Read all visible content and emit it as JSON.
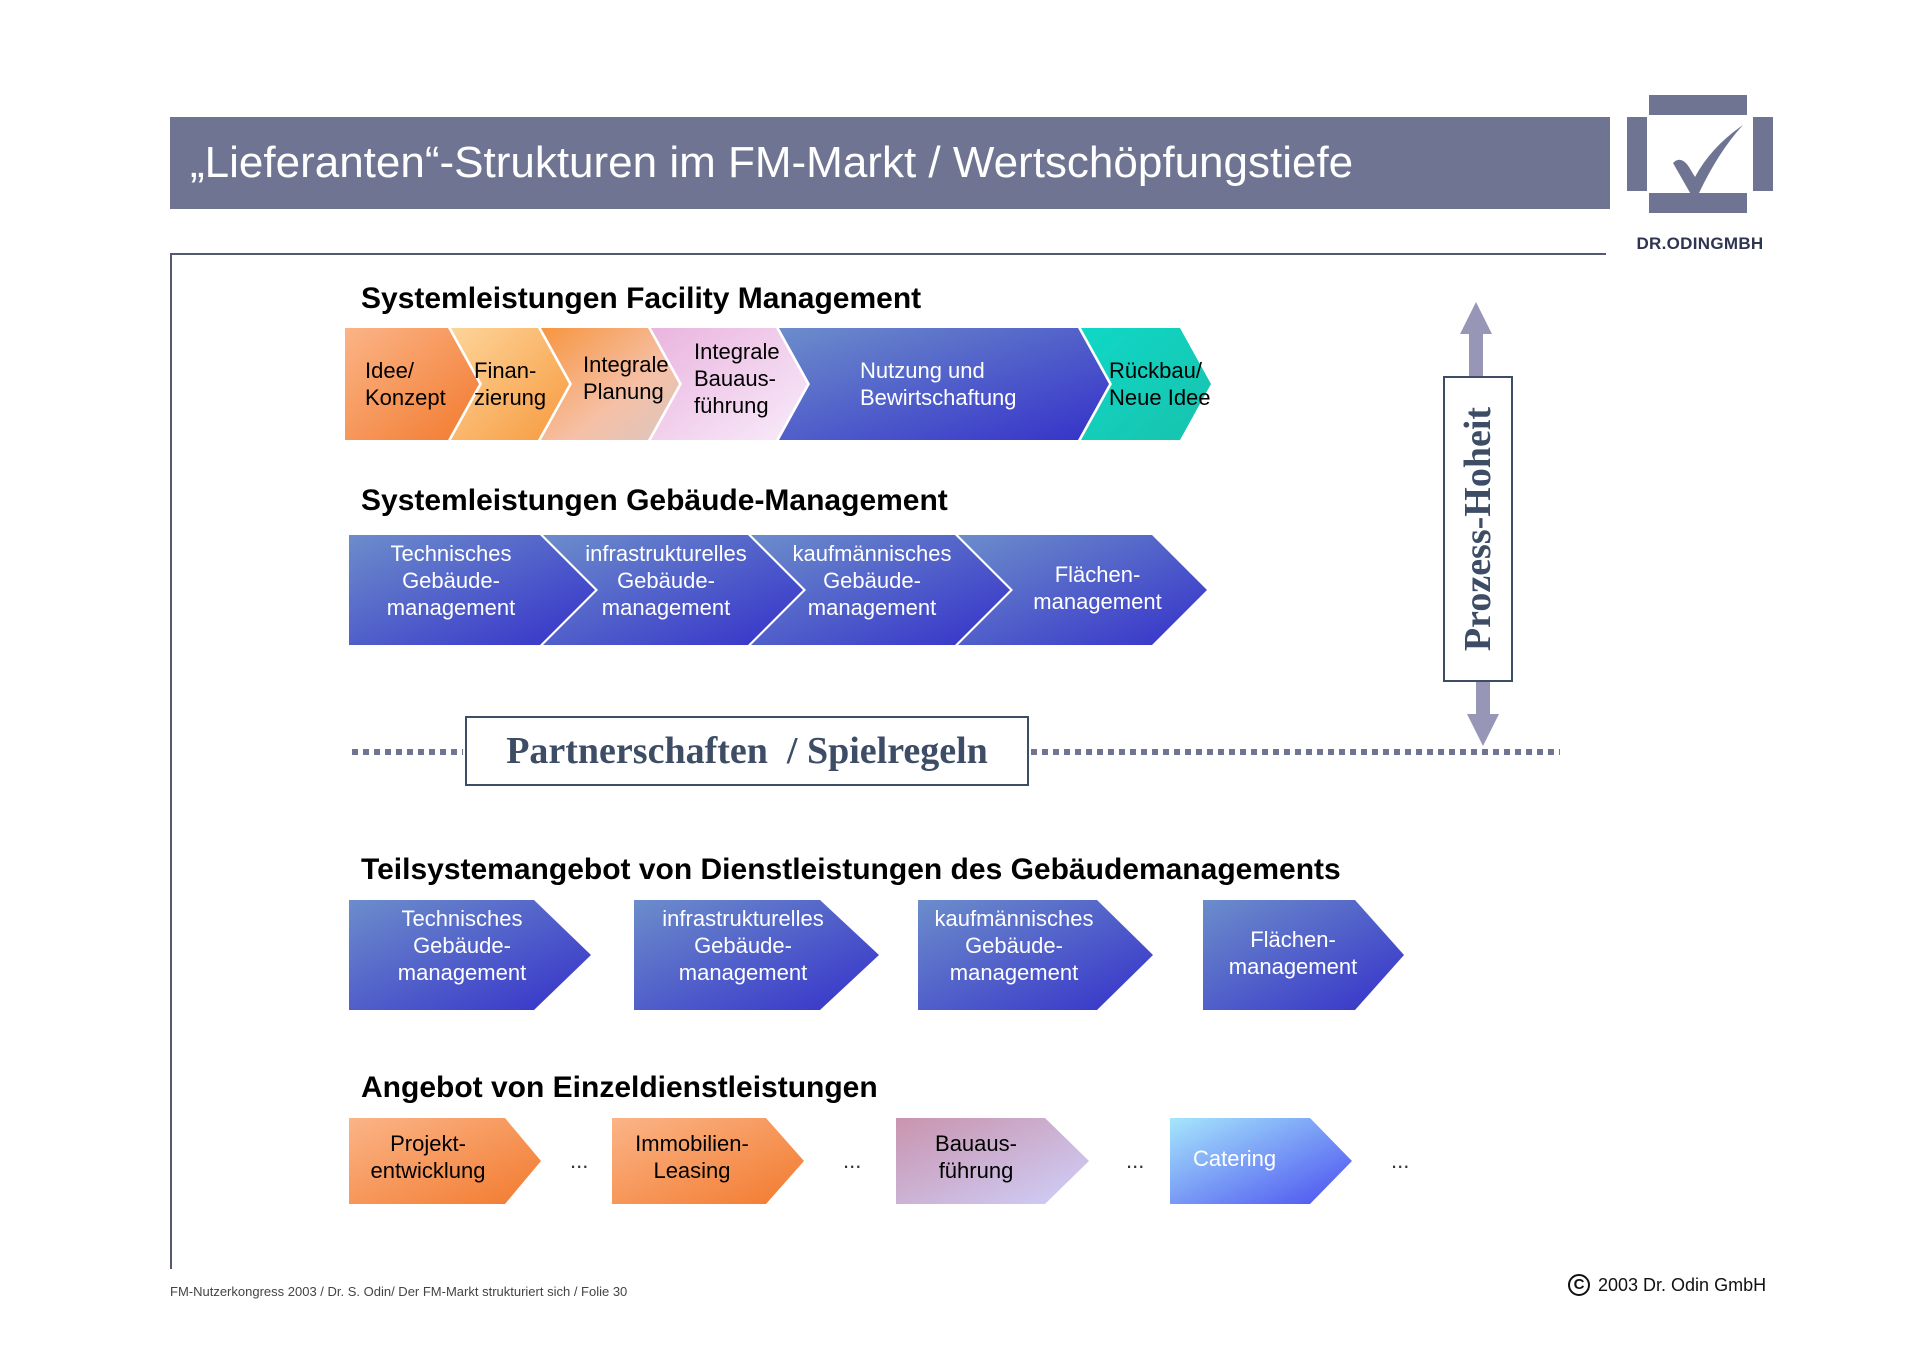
{
  "header": {
    "title": "„Lieferanten“-Strukturen im FM-Markt / Wertschöpfungstiefe",
    "logo_text": "DR.ODINGMBH",
    "brand_color": "#6f7492"
  },
  "sections": {
    "fm": {
      "heading": "Systemleistungen Facility Management",
      "steps": [
        {
          "label": "Idee/\nKonzept",
          "color": "#f79a5a"
        },
        {
          "label": "Finan-\nzierung",
          "color": "#fbb86e"
        },
        {
          "label": "Integrale\nPlanung",
          "color": "#f5a877"
        },
        {
          "label": "Integrale\nBauaus-\nführung",
          "color": "#efc6ee"
        },
        {
          "label": "Nutzung und\nBewirtschaftung",
          "color": "#4a5fcf"
        },
        {
          "label": "Rückbau/\nNeue Idee",
          "color": "#16d3bf"
        }
      ]
    },
    "gm": {
      "heading": "Systemleistungen Gebäude-Management",
      "steps": [
        {
          "label": "Technisches\nGebäude-\nmanagement"
        },
        {
          "label": "infrastrukturelles\nGebäude-\nmanagement"
        },
        {
          "label": "kaufmännisches\nGebäude-\nmanagement"
        },
        {
          "label": "Flächen-\nmanagement"
        }
      ]
    },
    "partner": {
      "label": "Partnerschaften  / Spielregeln"
    },
    "prozess": {
      "label": "Prozess-Hoheit"
    },
    "teilsystem": {
      "heading": "Teilsystemangebot von Dienstleistungen des Gebäudemanagements",
      "items": [
        {
          "label": "Technisches\nGebäude-\nmanagement"
        },
        {
          "label": "infrastrukturelles\nGebäude-\nmanagement"
        },
        {
          "label": "kaufmännisches\nGebäude-\nmanagement"
        },
        {
          "label": "Flächen-\nmanagement"
        }
      ]
    },
    "einzel": {
      "heading": "Angebot von Einzeldienstleistungen",
      "items": [
        {
          "label": "Projekt-\nentwicklung"
        },
        {
          "label": "Immobilien-\nLeasing"
        },
        {
          "label": "Bauaus-\nführung"
        },
        {
          "label": "Catering"
        }
      ],
      "ellipsis": "..."
    }
  },
  "footer": {
    "left": "FM-Nutzerkongress 2003 / Dr. S. Odin/ Der FM-Markt strukturiert sich / Folie 30",
    "copyright_symbol": "C",
    "right": "2003 Dr. Odin GmbH"
  }
}
